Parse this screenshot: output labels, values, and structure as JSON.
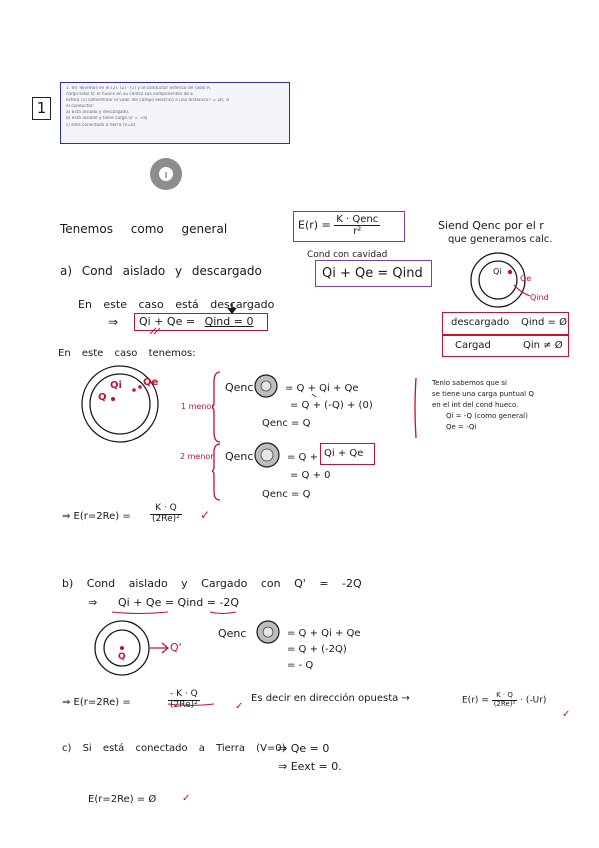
{
  "problem": {
    "number": "1",
    "statement_lines": [
      "1. (II) Tenemos en el (2). (2) · (1) y al conductor esférico de radio R.",
      "  carga total Q. el hueco en su centro sus componentes de E.",
      "  esfera (2) Determinar el valor del campo eléctrico a una distancia r = 2R, si",
      "  el conductor:",
      "  a) Está aislado y descargado,",
      "  b) está aislado y tiene carga Q' = -2Q",
      "  c) está conectado a tierra (V=0)."
    ]
  },
  "intro": {
    "text": "Tenemos como general",
    "formula_lhs": "E(r) =",
    "formula_num": "K · Qenc",
    "formula_den": "r²",
    "note_line1": "Siend Qenc por el r",
    "note_line2": "que generamos calc."
  },
  "cond_superficie": {
    "label": "Cond con cavidad",
    "formula": "Qi + Qe = Qind"
  },
  "legend": {
    "qi": "Qi",
    "qe": "Qe",
    "qind": "Qind",
    "row1_left": "descargado",
    "row1_right": "Qind = Ø",
    "row2_left": "Cargad",
    "row2_right": "Qin ≠ Ø"
  },
  "part_a": {
    "title": "a) Cond aislado y descargado",
    "line1": "En este caso está descargado",
    "arrow": "⇒",
    "boxed_left": "Qi + Qe =",
    "boxed_right": "Qind = 0",
    "line2": "En este caso tenemos:",
    "diagram_qi": "Qi",
    "diagram_qe": "Qe",
    "diagram_q": "Q",
    "step1_label": "1 menor",
    "step1_qenc": "Qenc",
    "step1_eq1": "= Q + Qi + Qe",
    "step1_eq2": "= Q + (-Q) + (0)",
    "step1_eq3": "Qenc = Q",
    "step2_label": "2 menor",
    "step2_qenc": "Qenc",
    "step2_eq1a": "= Q +",
    "step2_eq1b": "Qi + Qe",
    "step2_eq2": "= Q + 0",
    "step2_eq3": "Qenc = Q",
    "side_note": [
      "Tenlo sabemos que si",
      "se tiene una carga puntual Q",
      "en el int del cond hueco.",
      "Qi = -Q  (como general)",
      "Qe = -Qi"
    ],
    "result_prefix": "⇒ E(r=2Re) =",
    "result_num": "K · Q",
    "result_den": "(2Re)²",
    "check": "✓"
  },
  "part_b": {
    "title": "b) Cond aislado y Cargado con Q' = -2Q",
    "line1_arrow": "⇒",
    "line1": "Qi + Qe = Qind = -2Q",
    "diagram_q": "Q",
    "diagram_qprime": "Q'",
    "qenc": "Qenc",
    "eq1": "= Q + Qi + Qe",
    "eq2": "= Q + (-2Q)",
    "eq3": "= - Q",
    "result_prefix": "⇒ E(r=2Re) =",
    "result_num": "- K · Q",
    "result_den": "(2Re)²",
    "check": "✓",
    "explanation": "Es decir en dirección opuesta →",
    "vector_lhs": "E(r) =",
    "vector_num": "K · Q",
    "vector_den": "(2Re)²",
    "vector_rhs": "· (-Ur)",
    "check2": "✓"
  },
  "part_c": {
    "title": "c) Si está conectado a Tierra (V=0)",
    "line1": "⇒ Qe = 0",
    "line2": "⇒ Eext = 0.",
    "result": "E(r=2Re) = Ø",
    "check": "✓"
  },
  "colors": {
    "ink": "#1a1a1a",
    "red": "#c8102e",
    "purple": "#7b3fa7",
    "blue": "#2b2fb8"
  }
}
